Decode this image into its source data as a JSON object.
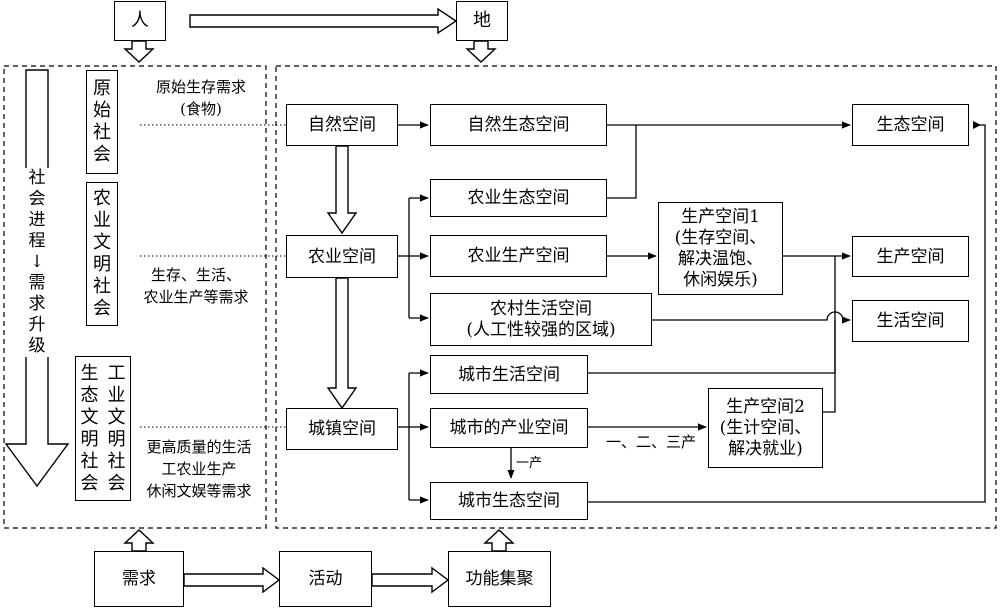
{
  "top": {
    "person": "人",
    "land": "地"
  },
  "bottom": {
    "demand": "需求",
    "activity": "活动",
    "function": "功能集聚"
  },
  "progress": {
    "label_top": "社会进程",
    "arrow": "↓",
    "label_bottom": "需求升级"
  },
  "societies": {
    "primitive": "原始社会",
    "agricultural": "农业文明社会",
    "eco_industrial_col1": "生态文明社会",
    "eco_industrial_col2": "工业文明社会"
  },
  "needs": {
    "primitive_line1": "原始生存需求",
    "primitive_line2": "(食物)",
    "agri_line1": "生存、生活、",
    "agri_line2": "农业生产等需求",
    "higher_line1": "更高质量的生活",
    "higher_line2": "工农业生产",
    "higher_line3": "休闲文娱等需求"
  },
  "spaces": {
    "natural": "自然空间",
    "agricultural": "农业空间",
    "urban": "城镇空间",
    "natural_eco": "自然生态空间",
    "agri_eco": "农业生态空间",
    "agri_production": "农业生产空间",
    "rural_living_line1": "农村生活空间",
    "rural_living_line2": "(人工性较强的区域)",
    "urban_living": "城市生活空间",
    "urban_industry": "城市的产业空间",
    "urban_eco": "城市生态空间",
    "production1_line1": "生产空间1",
    "production1_line2": "(生存空间、",
    "production1_line3": "解决温饱、",
    "production1_line4": "休闲娱乐)",
    "production2_line1": "生产空间2",
    "production2_line2": "(生计空间、",
    "production2_line3": "解决就业)",
    "ecological": "生态空间",
    "production": "生产空间",
    "living": "生活空间"
  },
  "edge_labels": {
    "industries_123": "一、二、三产",
    "industry_1": "一产"
  }
}
